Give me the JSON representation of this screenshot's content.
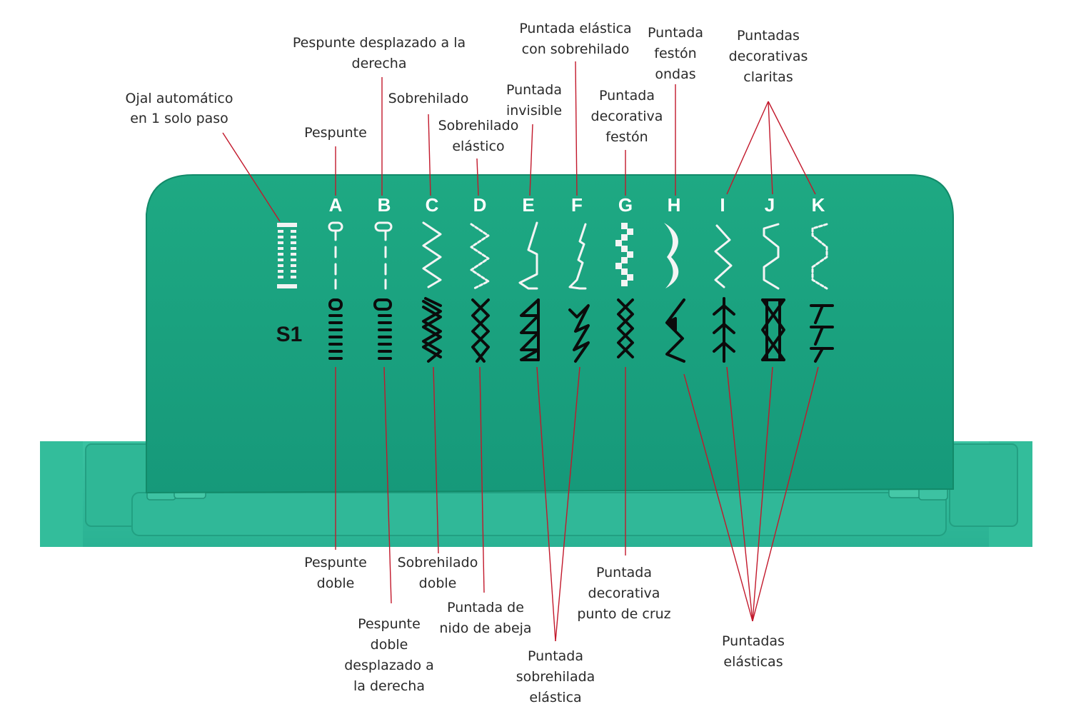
{
  "colors": {
    "panel": "#1aa47e",
    "panel_dark": "#128a69",
    "base": "#2cb896",
    "leader": "#c2182b",
    "label_text": "#2a2a2a"
  },
  "selector": {
    "program": "S1"
  },
  "columns": [
    {
      "letter": "A",
      "white": "straight",
      "black": "straight-triple"
    },
    {
      "letter": "B",
      "white": "straight-right",
      "black": "straight-triple-right"
    },
    {
      "letter": "C",
      "white": "zigzag",
      "black": "zigzag-triple"
    },
    {
      "letter": "D",
      "white": "dotted-zigzag",
      "black": "honeycomb"
    },
    {
      "letter": "E",
      "white": "blind",
      "black": "overlock-elastic"
    },
    {
      "letter": "F",
      "white": "elastic-overcast",
      "black": "overlock-elastic-2"
    },
    {
      "letter": "G",
      "white": "scallop-square",
      "black": "cross-stitch"
    },
    {
      "letter": "H",
      "white": "crescent",
      "black": "arrow-zigzag"
    },
    {
      "letter": "I",
      "white": "wave",
      "black": "feather"
    },
    {
      "letter": "J",
      "white": "square-wave",
      "black": "double-cross"
    },
    {
      "letter": "K",
      "white": "dotted-square",
      "black": "t-stitch"
    }
  ],
  "labels": {
    "buttonhole": [
      "Ojal automático",
      "en 1 solo paso"
    ],
    "a_top": [
      "Pespunte"
    ],
    "b_top": [
      "Pespunte desplazado a la",
      "derecha"
    ],
    "c_top": [
      "Sobrehilado"
    ],
    "d_top": [
      "Sobrehilado",
      "elástico"
    ],
    "e_top": [
      "Puntada",
      "invisible"
    ],
    "f_top": [
      "Puntada elástica",
      "con sobrehilado"
    ],
    "g_top": [
      "Puntada",
      "decorativa",
      "festón"
    ],
    "h_top": [
      "Puntada",
      "festón",
      "ondas"
    ],
    "ijk_top": [
      "Puntadas",
      "decorativas",
      "claritas"
    ],
    "a_bottom": [
      "Pespunte",
      "doble"
    ],
    "b_bottom": [
      "Pespunte",
      "doble",
      "desplazado a",
      "la derecha"
    ],
    "c_bottom": [
      "Sobrehilado",
      "doble"
    ],
    "d_bottom": [
      "Puntada de",
      "nido de abeja"
    ],
    "ef_bottom": [
      "Puntada",
      "sobrehilada",
      "elástica"
    ],
    "g_bottom": [
      "Puntada",
      "decorativa",
      "punto de cruz"
    ],
    "hijk_bottom": [
      "Puntadas",
      "elásticas"
    ]
  }
}
